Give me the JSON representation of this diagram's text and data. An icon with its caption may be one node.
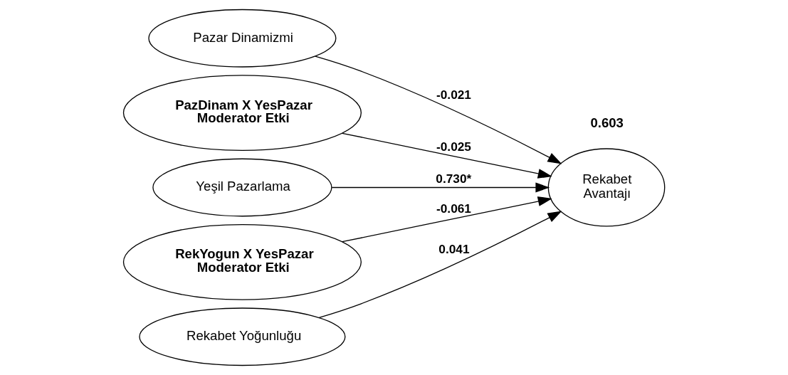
{
  "diagram": {
    "nodes": [
      {
        "text": [
          "Pazar Dinamizmi"
        ]
      },
      {
        "text": [
          "PazDinam X YesPazar Moderator Etki"
        ]
      },
      {
        "text": [
          "Yeşil Pazarlama"
        ]
      },
      {
        "text": [
          "RekYogun X YesPazar Moderator Etki"
        ]
      },
      {
        "text": [
          "Rekabet Yoğunluğu"
        ]
      },
      {
        "text": [
          "Rekabet Avantajı"
        ],
        "beside": [
          "0.603"
        ]
      }
    ],
    "edges": [
      {
        "from": 0,
        "to": 5,
        "arrow": "to",
        "label": "-0.021"
      },
      {
        "from": 1,
        "to": 5,
        "arrow": "to",
        "label": "-0.025"
      },
      {
        "from": 2,
        "to": 5,
        "arrow": "to",
        "label": "0.730*"
      },
      {
        "from": 3,
        "to": 5,
        "arrow": "to",
        "label": "-0.061"
      },
      {
        "from": 4,
        "to": 5,
        "arrow": "to",
        "label": "0.041"
      }
    ]
  }
}
